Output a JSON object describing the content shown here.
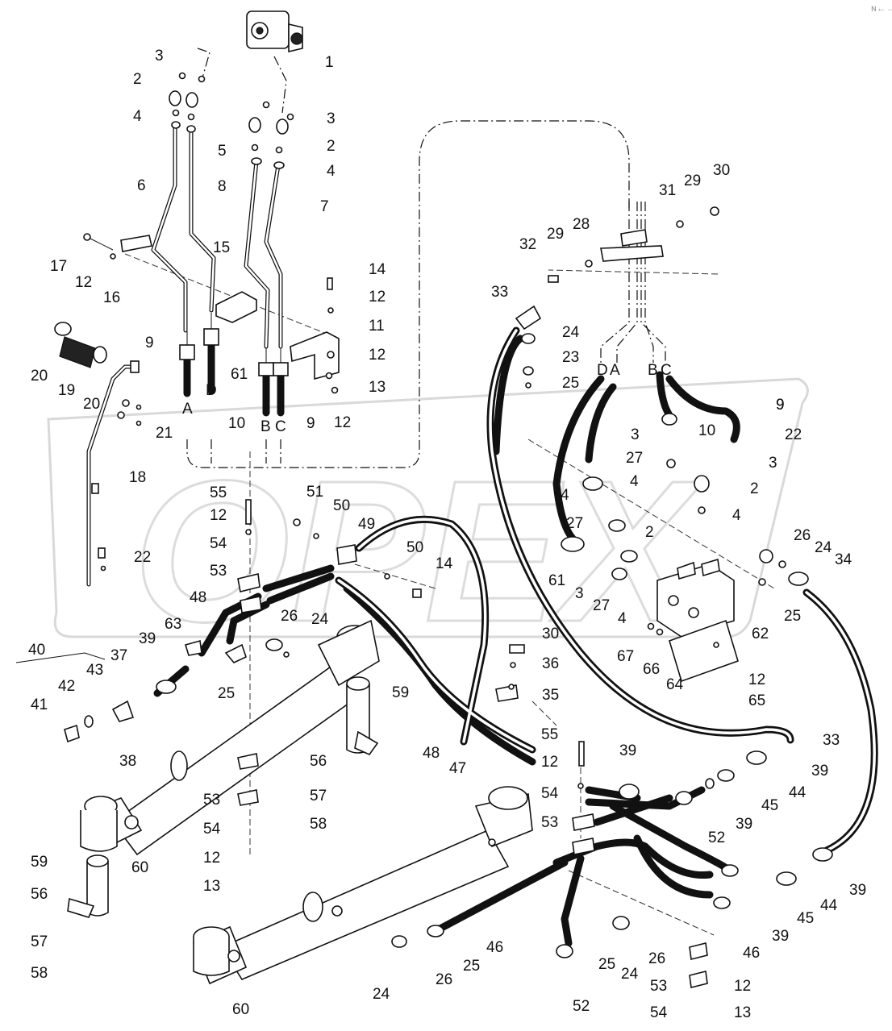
{
  "diagram": {
    "watermark_text": "OPEX",
    "corner_mark": "ɴ←→",
    "ports_left": [
      "A",
      "D",
      "B",
      "C"
    ],
    "ports_valve": [
      "D",
      "A",
      "B",
      "C"
    ],
    "callouts": [
      "1",
      "3",
      "2",
      "4",
      "3",
      "2",
      "4",
      "5",
      "6",
      "8",
      "7",
      "17",
      "12",
      "16",
      "15",
      "14",
      "12",
      "11",
      "12",
      "13",
      "12",
      "9",
      "61",
      "10",
      "9",
      "20",
      "19",
      "20",
      "21",
      "18",
      "22",
      "55",
      "12",
      "54",
      "53",
      "51",
      "50",
      "49",
      "50",
      "14",
      "48",
      "63",
      "40",
      "37",
      "39",
      "43",
      "42",
      "41",
      "38",
      "26",
      "24",
      "25",
      "59",
      "56",
      "57",
      "58",
      "53",
      "54",
      "12",
      "13",
      "60",
      "59",
      "56",
      "57",
      "58",
      "60",
      "31",
      "29",
      "30",
      "28",
      "29",
      "32",
      "33",
      "24",
      "23",
      "25",
      "9",
      "10",
      "9",
      "22",
      "3",
      "27",
      "4",
      "3",
      "2",
      "4",
      "4",
      "27",
      "2",
      "61",
      "3",
      "27",
      "4",
      "26",
      "24",
      "34",
      "25",
      "62",
      "67",
      "66",
      "64",
      "12",
      "65",
      "30",
      "36",
      "35",
      "48",
      "47",
      "55",
      "12",
      "54",
      "53",
      "33",
      "39",
      "39",
      "44",
      "45",
      "52",
      "39",
      "39",
      "44",
      "45",
      "46",
      "39",
      "46",
      "25",
      "26",
      "24",
      "26",
      "24",
      "25",
      "52",
      "53",
      "54",
      "12",
      "13"
    ]
  }
}
